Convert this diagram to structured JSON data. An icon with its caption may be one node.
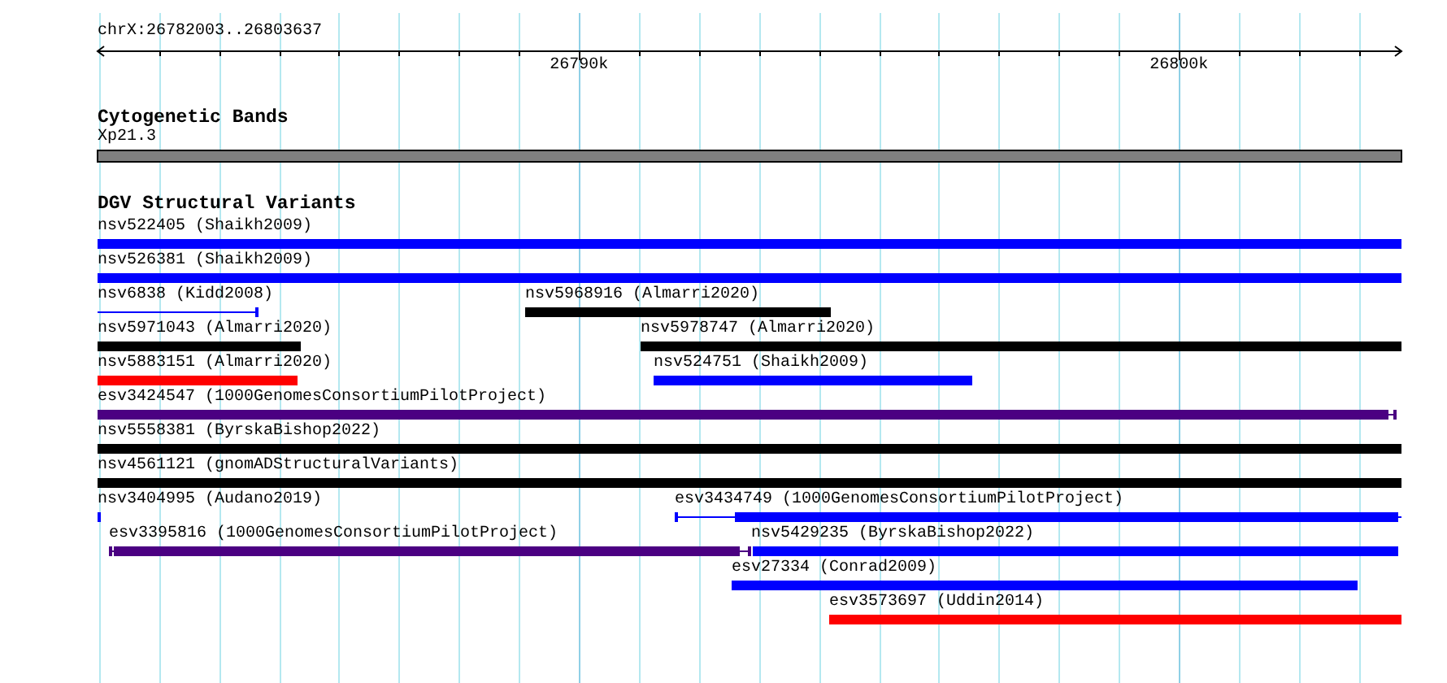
{
  "diagram": {
    "nodes": [
      {
        "text": [
          "Xp21.3"
        ]
      },
      {
        "text": [
          "nsv522405 (Shaikh2009)"
        ]
      },
      {
        "text": [
          "nsv526381 (Shaikh2009)"
        ]
      },
      {
        "text": [
          "nsv6838 (Kidd2008)"
        ]
      },
      {
        "text": [
          "nsv5968916 (Almarri2020)"
        ]
      },
      {
        "text": [
          "nsv5971043 (Almarri2020)"
        ]
      },
      {
        "text": [
          "nsv5978747 (Almarri2020)"
        ]
      },
      {
        "text": [
          "nsv5883151 (Almarri2020)"
        ]
      },
      {
        "text": [
          "nsv524751 (Shaikh2009)"
        ]
      },
      {
        "text": [
          "esv3424547 (1000GenomesConsortiumPilotProject)"
        ]
      },
      {
        "text": [
          "nsv5558381 (ByrskaBishop2022)"
        ]
      },
      {
        "text": [
          "nsv4561121 (gnomADStructuralVariants)"
        ]
      },
      {
        "text": [
          "nsv3404995 (Audano2019)"
        ]
      },
      {
        "text": [
          "esv3434749 (1000GenomesConsortiumPilotProject)"
        ]
      },
      {
        "text": [
          "esv3395816 (1000GenomesConsortiumPilotProject)"
        ]
      },
      {
        "text": [
          "nsv5429235 (ByrskaBishop2022)"
        ]
      },
      {
        "text": [
          "esv27334 (Conrad2009)"
        ]
      },
      {
        "text": [
          "esv3573697 (Uddin2014)"
        ]
      }
    ],
    "labels": [
      "chrX:26782003..26803637",
      "26790k",
      "26800k",
      "Cytogenetic Bands",
      "DGV Structural Variants"
    ]
  }
}
